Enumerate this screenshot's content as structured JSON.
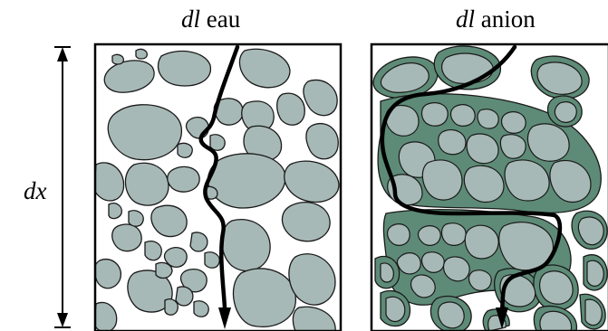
{
  "panels": [
    {
      "label_italic": "dl",
      "label_text": " eau",
      "path": "water flow path through pore space between solid grains"
    },
    {
      "label_italic": "dl",
      "label_text": " anion",
      "path": "anion flow path around grains coated with bound water / double layer"
    }
  ],
  "dimension_label": "dx",
  "colors": {
    "grain_fill": "#a7b9b6",
    "grain_stroke": "#1a1a1a",
    "coating_fill": "#5d8b77",
    "background": "#ffffff",
    "path_stroke": "#000000"
  }
}
